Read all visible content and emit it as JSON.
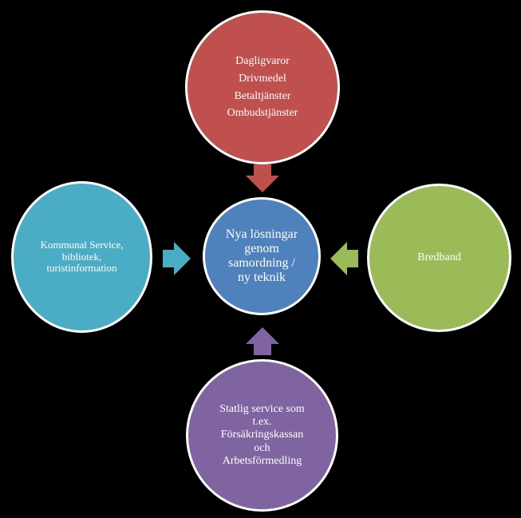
{
  "colors": {
    "background": "#000000",
    "top": "#c0504d",
    "left": "#4bacc6",
    "right": "#9bbb59",
    "bottom": "#8064a2",
    "center": "#4f81bd",
    "outline": "#ffffff"
  },
  "diagram": {
    "center": {
      "lines": [
        "Nya lösningar",
        "genom",
        "samordning /",
        "ny teknik"
      ]
    },
    "top": {
      "lines": [
        "Dagligvaror",
        "Drivmedel",
        "Betaltjänster",
        "Ombudstjänster"
      ]
    },
    "left": {
      "lines": [
        "Kommunal Service,",
        "bibliotek,",
        "turistinformation"
      ]
    },
    "right": {
      "lines": [
        "Bredband"
      ]
    },
    "bottom": {
      "lines": [
        "Statlig service som",
        "t.ex.",
        "Försäkringskassan",
        "och",
        "Arbetsförmedling"
      ]
    }
  }
}
